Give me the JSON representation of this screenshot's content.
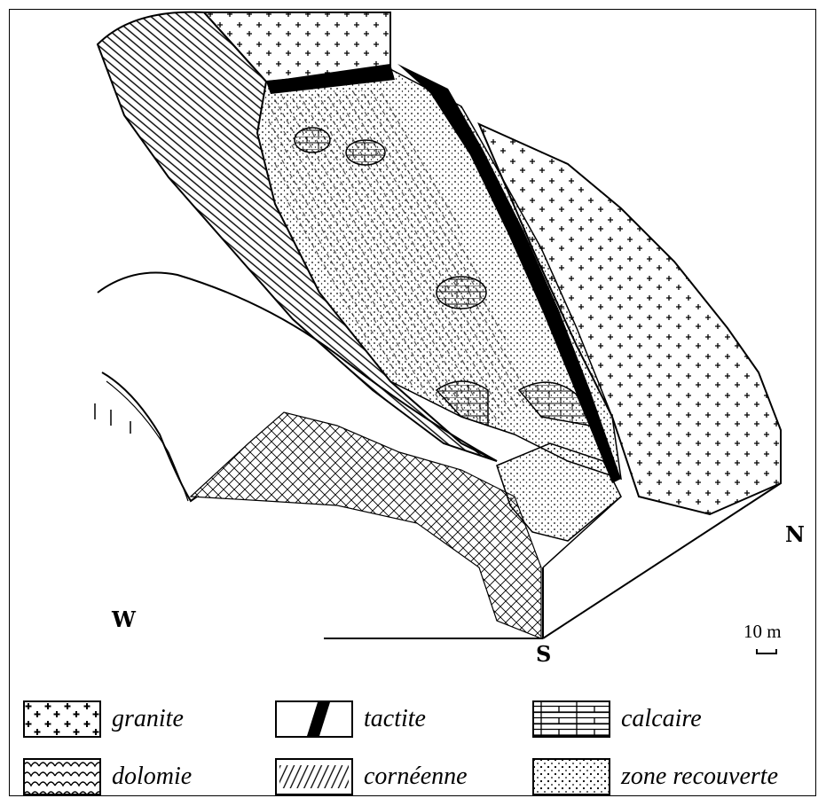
{
  "orientation": {
    "north": "N",
    "south": "S",
    "west": "W"
  },
  "scale": {
    "label": "10 m"
  },
  "legend": [
    {
      "key": "granite",
      "label": "granite"
    },
    {
      "key": "tactite",
      "label": "tactite"
    },
    {
      "key": "calcaire",
      "label": "calcaire"
    },
    {
      "key": "dolomie",
      "label": "dolomie"
    },
    {
      "key": "corneenne",
      "label": "cornéenne"
    },
    {
      "key": "zone_recouverte",
      "label": "zone recouverte"
    }
  ]
}
